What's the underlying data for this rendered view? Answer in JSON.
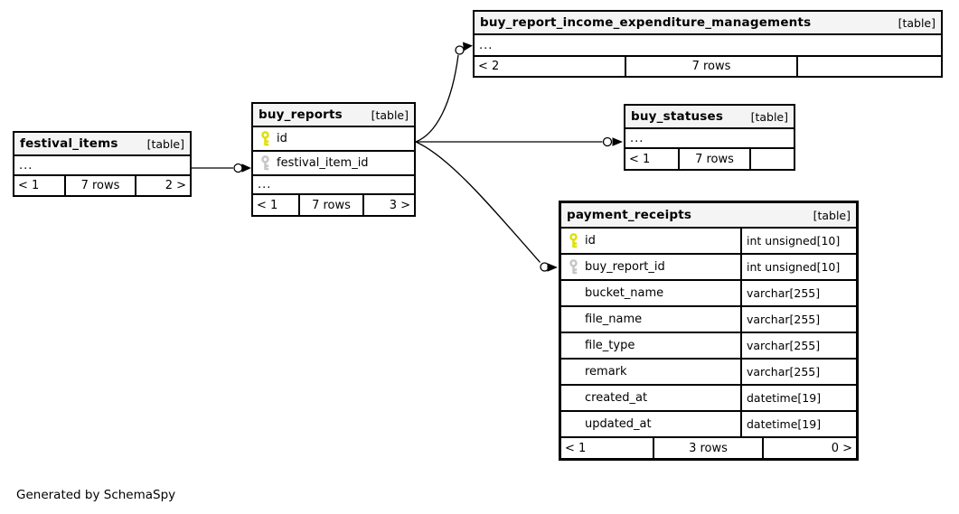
{
  "diagram": {
    "note": "Generated by SchemaSpy"
  },
  "colors": {
    "primary_key": "#e0e000",
    "foreign_key": "#c6c6c6",
    "header_bg": "#f4f4f4",
    "line": "#000000"
  },
  "tables": {
    "buy_report_income_expenditure_managements": {
      "name": "buy_report_income_expenditure_managements",
      "tag": "[table]",
      "ellipsis": "...",
      "footer": {
        "left": "< 2",
        "center": "7 rows",
        "right": ""
      }
    },
    "festival_items": {
      "name": "festival_items",
      "tag": "[table]",
      "ellipsis": "...",
      "footer": {
        "left": "< 1",
        "center": "7 rows",
        "right": "2 >"
      }
    },
    "buy_reports": {
      "name": "buy_reports",
      "tag": "[table]",
      "columns": [
        {
          "name": "id",
          "key": "primary"
        },
        {
          "name": "festival_item_id",
          "key": "foreign"
        }
      ],
      "ellipsis": "...",
      "footer": {
        "left": "< 1",
        "center": "7 rows",
        "right": "3 >"
      }
    },
    "buy_statuses": {
      "name": "buy_statuses",
      "tag": "[table]",
      "ellipsis": "...",
      "footer": {
        "left": "< 1",
        "center": "7 rows",
        "right": ""
      }
    },
    "payment_receipts": {
      "name": "payment_receipts",
      "tag": "[table]",
      "columns": [
        {
          "name": "id",
          "type": "int unsigned[10]",
          "key": "primary"
        },
        {
          "name": "buy_report_id",
          "type": "int unsigned[10]",
          "key": "foreign"
        },
        {
          "name": "bucket_name",
          "type": "varchar[255]"
        },
        {
          "name": "file_name",
          "type": "varchar[255]"
        },
        {
          "name": "file_type",
          "type": "varchar[255]"
        },
        {
          "name": "remark",
          "type": "varchar[255]"
        },
        {
          "name": "created_at",
          "type": "datetime[19]"
        },
        {
          "name": "updated_at",
          "type": "datetime[19]"
        }
      ],
      "footer": {
        "left": "< 1",
        "center": "3 rows",
        "right": "0 >"
      }
    }
  }
}
